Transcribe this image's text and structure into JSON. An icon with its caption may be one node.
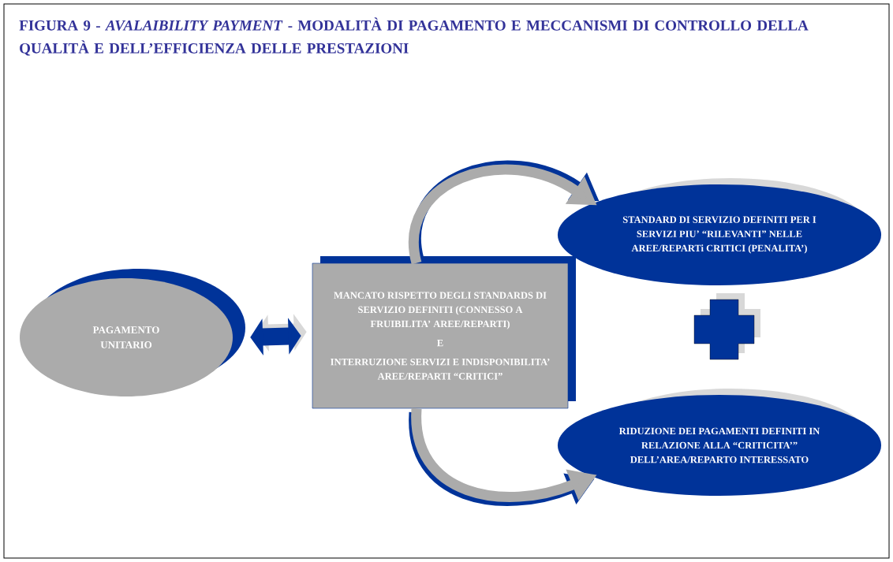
{
  "diagram": {
    "title": "FIGURA 9 - *AVALAIBILITY PAYMENT* - MODALITÀ DI PAGAMENTO E MECCANISMI DI CONTROLLO DELLA QUALITÀ E DELL’EFFICIENZA DELLE PRESTAZIONI",
    "nodes": [
      {
        "text": [
          "PAGAMENTO UNITARIO"
        ]
      },
      {
        "text": [
          "MANCATO RISPETTO DEGLI STANDARDS DI SERVIZIO DEFINITI (CONNESSO A FRUIBILITA’ AREE/REPARTI)",
          "E",
          "INTERRUZIONE SERVIZI E INDISPONIBILITA’ AREE/REPARTI “CRITICI”"
        ]
      },
      {
        "text": [
          "STANDARD DI SERVIZIO DEFINITI PER I SERVIZI PIU’ “RILEVANTI” NELLE AREE/REPARTi CRITICI (PENALITA’)"
        ]
      },
      {
        "text": [
          "RIDUZIONE DEI PAGAMENTI DEFINITI IN RELAZIONE ALLA “CRITICITA’” DELL’AREA/REPARTO INTERESSATO"
        ]
      }
    ],
    "edges": [
      {
        "from": 0,
        "to": 1,
        "arrow": "both"
      },
      {
        "from": 1,
        "to": 2,
        "arrow": "to"
      },
      {
        "from": 1,
        "to": 3,
        "arrow": "to"
      }
    ]
  }
}
